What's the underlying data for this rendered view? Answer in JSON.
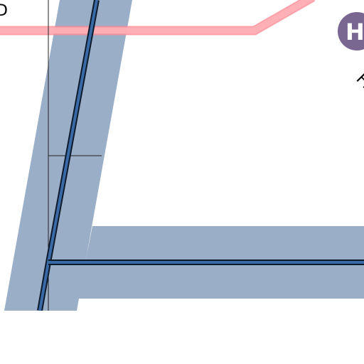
{
  "map": {
    "labels": {
      "edge_label": "D",
      "partial_label": "FL"
    },
    "badge": {
      "letter": "H",
      "color": "#7a6791",
      "icon": "hospital-h-icon"
    },
    "colors": {
      "background": "#ffffff",
      "major_road_casing": "#9aaec7",
      "road_center": "#3a6aa5",
      "road_outline": "#0d1a2b",
      "highlight_route": "#ffb3b8",
      "highlight_route_edge": "#ff8a92",
      "boundary_line": "#222222"
    }
  }
}
